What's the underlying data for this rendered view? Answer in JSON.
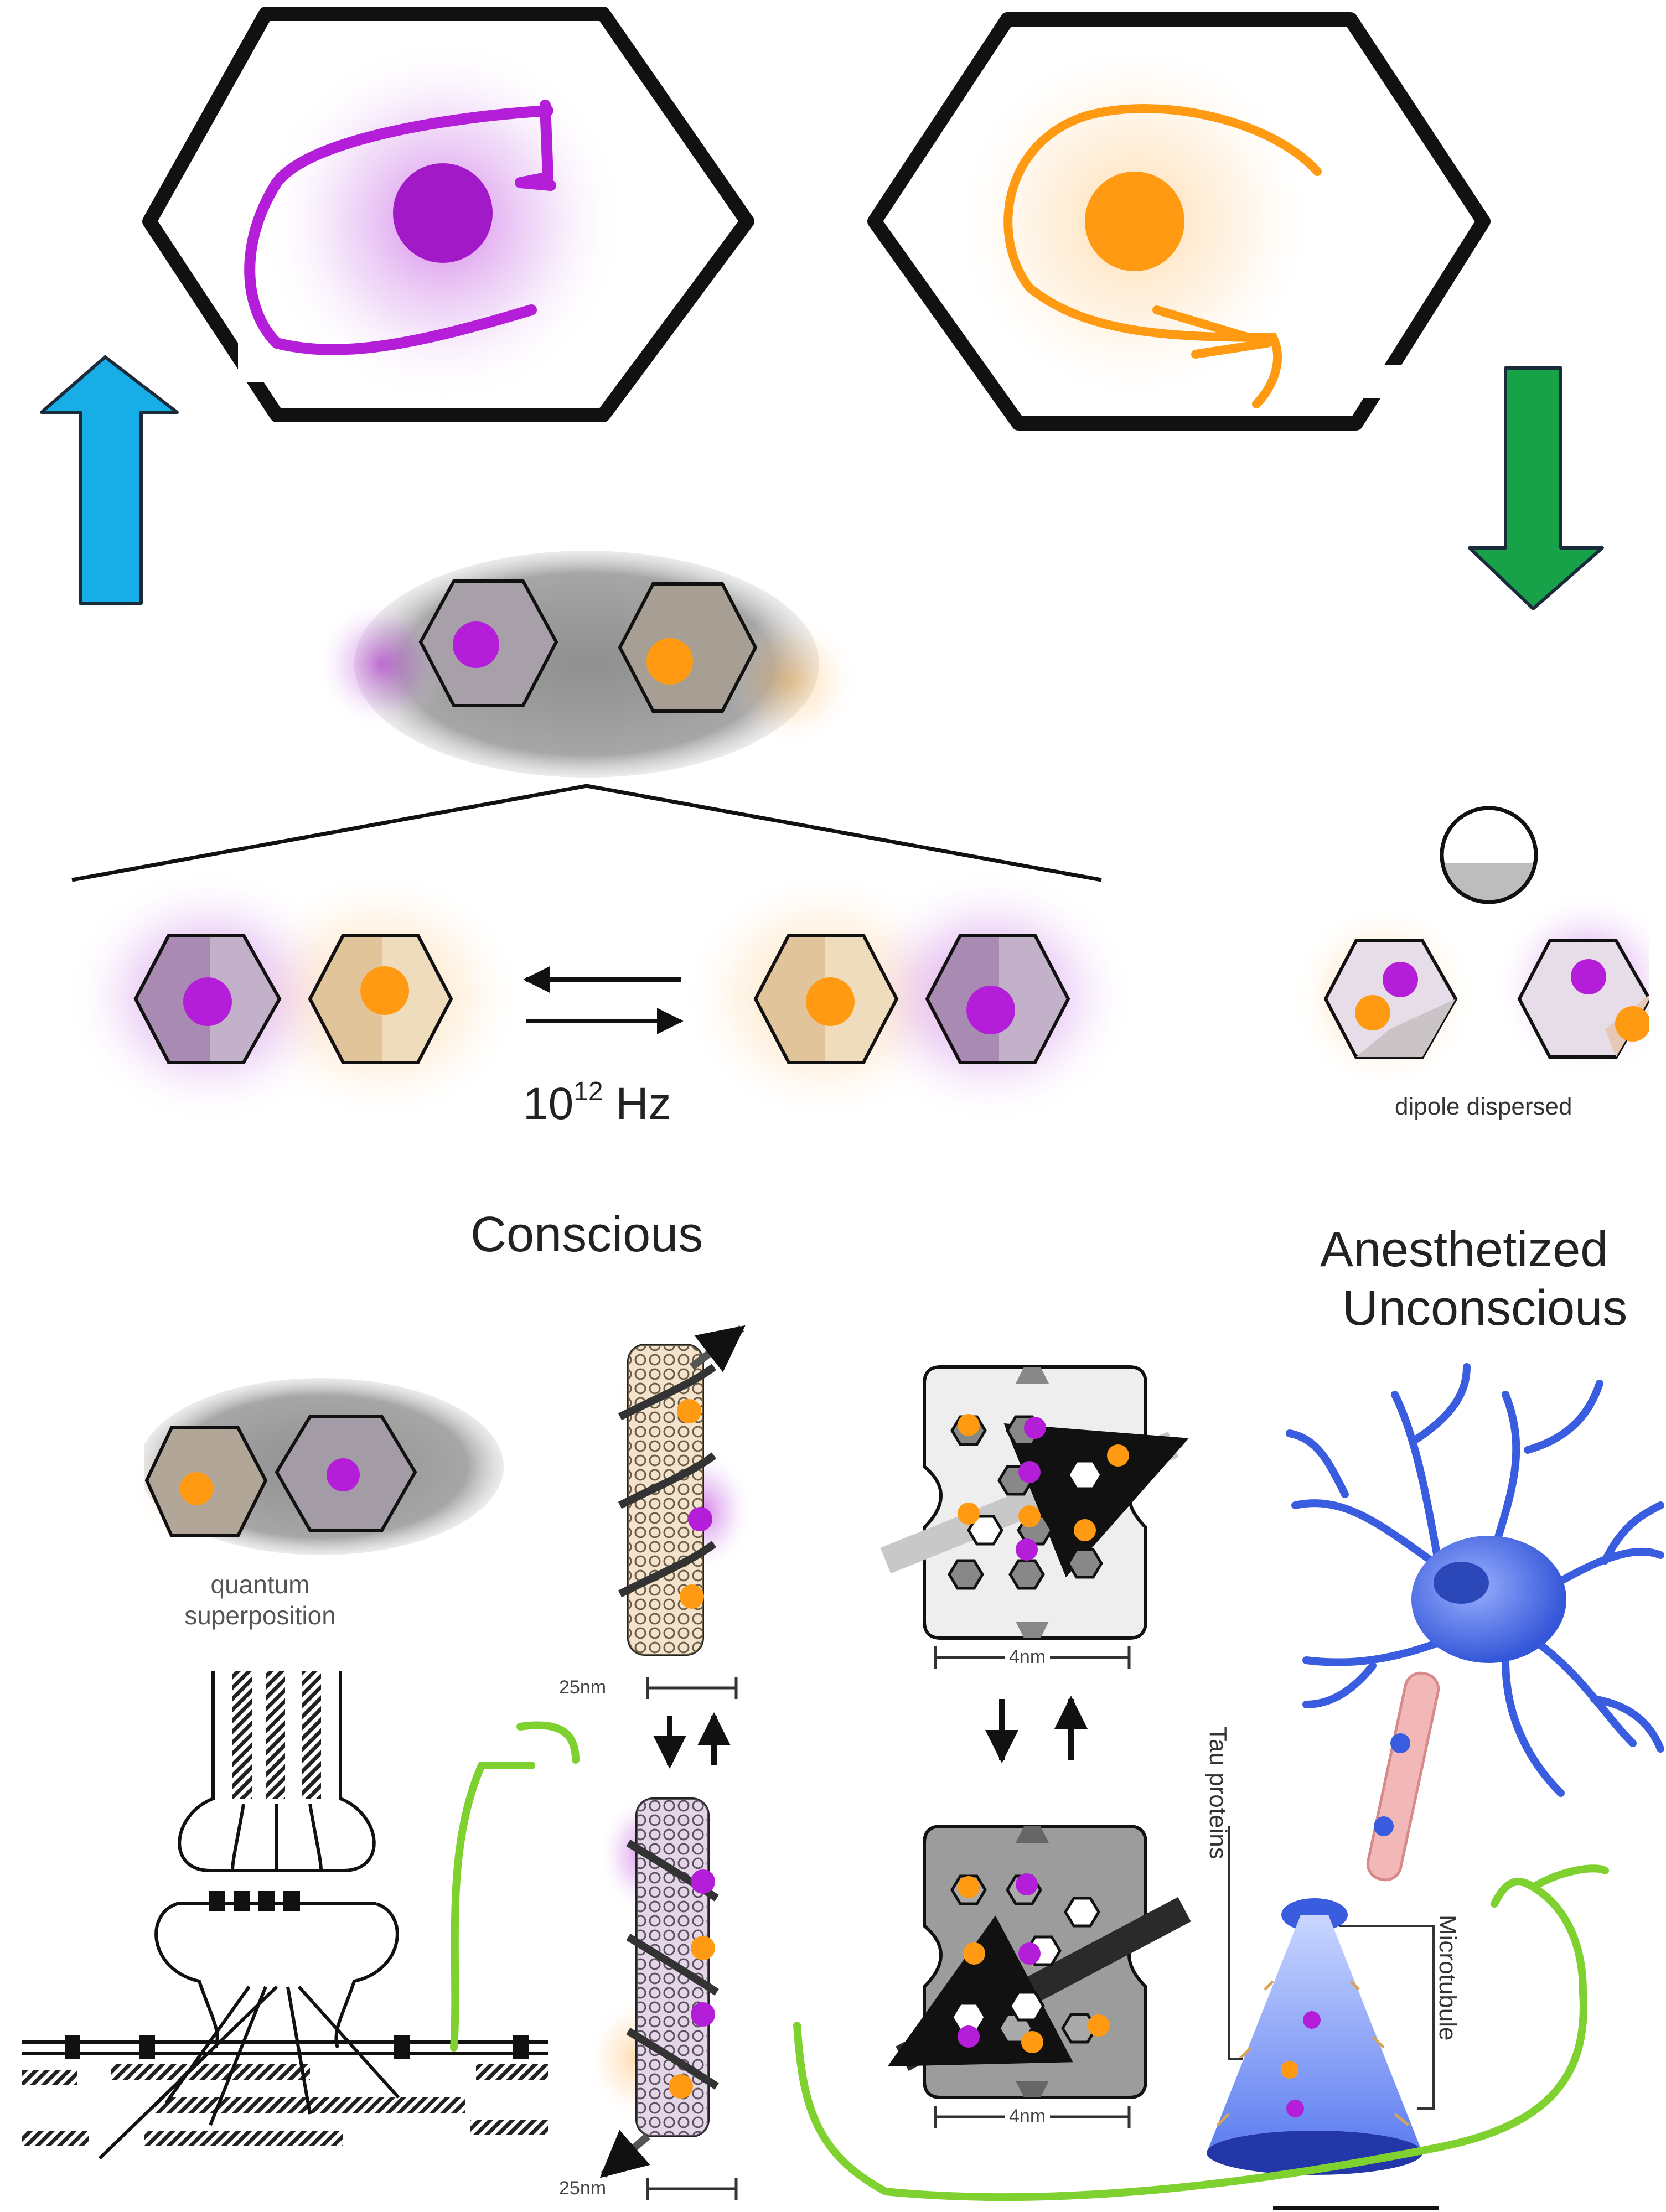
{
  "labels": {
    "conscious": "Conscious",
    "anesthetized_line1": "Anesthetized",
    "anesthetized_line2": "Unconscious",
    "frequency_base": "10",
    "frequency_exp": "12",
    "frequency_unit": " Hz",
    "dipole": "dipole dispersed",
    "quantum_line1": "quantum",
    "quantum_line2": "superposition",
    "scale_25nm_top": "25nm",
    "scale_25nm_bottom": "25nm",
    "scale_4nm_top": "4nm",
    "scale_4nm_bottom": "4nm",
    "tau_proteins": "Tau proteins",
    "microtubule": "Microtubule"
  },
  "colors": {
    "purple": "#b51ed8",
    "orange": "#ff9a12",
    "blue_arrow": "#17aee8",
    "green_arrow": "#17a24a",
    "lime_curve": "#7ed12e",
    "neuron": "#4a6fe0",
    "gray_pill": "#9a9a9a"
  },
  "icons": [
    "up-arrow-icon",
    "down-arrow-icon",
    "equilibrium-arrows-icon",
    "anesthetic-bubble-icon"
  ]
}
